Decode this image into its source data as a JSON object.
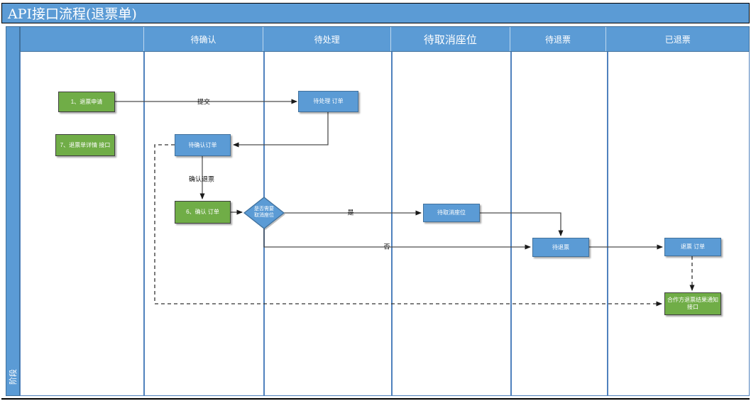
{
  "title": "API接口流程(退票单)",
  "phase_label": "阶段",
  "lanes": [
    {
      "label": ""
    },
    {
      "label": "待确认"
    },
    {
      "label": "待处理"
    },
    {
      "label": "待取消座位"
    },
    {
      "label": "待退票"
    },
    {
      "label": "已退票"
    }
  ],
  "nodes": [
    {
      "id": "refund-request",
      "label": "1、退票申请",
      "type": "green"
    },
    {
      "id": "refund-detail-api",
      "label": "7、退票单详情 接口",
      "type": "green"
    },
    {
      "id": "pending-process-order",
      "label": "待处理 订单",
      "type": "blue"
    },
    {
      "id": "pending-confirm-order",
      "label": "待确认订单",
      "type": "blue"
    },
    {
      "id": "confirm-order",
      "label": "6、确认 订单",
      "type": "green"
    },
    {
      "id": "decision-cancel-seat",
      "label": "是否需要取消座位",
      "type": "diamond"
    },
    {
      "id": "pending-cancel-seat",
      "label": "待取消座位",
      "type": "blue"
    },
    {
      "id": "pending-refund",
      "label": "待退票",
      "type": "blue"
    },
    {
      "id": "refund-order",
      "label": "退票 订单",
      "type": "blue"
    },
    {
      "id": "partner-notify-api",
      "label": "合作方退票结果通知 接口",
      "type": "green"
    }
  ],
  "edge_labels": {
    "submit": "提交",
    "confirm_refund": "确认退票",
    "yes": "是",
    "no": "否"
  },
  "colors": {
    "lane_blue": "#5b9bd5",
    "lane_border": "#41719c",
    "separator_blue": "#4f81bd",
    "node_green": "#70ad47",
    "connector": "#4d4d4d"
  }
}
